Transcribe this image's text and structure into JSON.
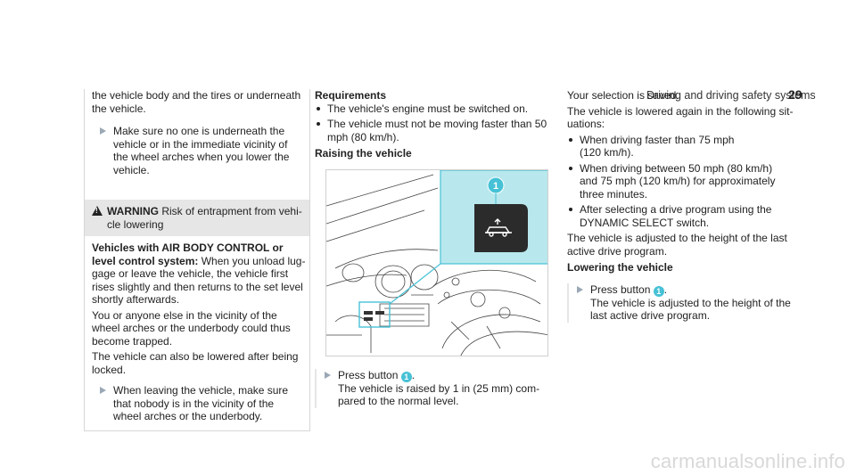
{
  "header": {
    "title": "Driving and driving safety systems",
    "page_number": "29"
  },
  "col1": {
    "intro_line1": "the vehicle body and the tires or underneath",
    "intro_line2": "the vehicle.",
    "step1": [
      "Make sure no one is underneath the",
      "vehicle or in the immediate vicinity of",
      "the wheel arches when you lower the",
      "vehicle."
    ],
    "warning_label": "WARNING",
    "warning_title_line1": "Risk of entrapment from vehi-",
    "warning_title_line2": "cle lowering",
    "body_bold_line1": "Vehicles with AIR BODY CONTROL or",
    "body_bold_line2": "level control system:",
    "body_line2_rest": "When you unload lug-",
    "body_lines": [
      "gage or leave the vehicle, the vehicle first",
      "rises slightly and then returns to the set level",
      "shortly afterwards."
    ],
    "para2": [
      "You or anyone else in the vicinity of the",
      "wheel arches or the underbody could thus",
      "become trapped."
    ],
    "para3": [
      "The vehicle can also be lowered after being",
      "locked."
    ],
    "step2": [
      "When leaving the vehicle, make sure",
      "that nobody is in the vicinity of the",
      "wheel arches or the underbody."
    ]
  },
  "col2": {
    "requirements_heading": "Requirements",
    "requirements": [
      "The vehicle's engine must be switched on.",
      "The vehicle must not be moving faster than 50 mph (80 km/h)."
    ],
    "raising_heading": "Raising the vehicle",
    "figure_badge": "1",
    "step_press": "Press button",
    "step_badge": "1",
    "step_text": [
      "The vehicle is raised by 1 in (25 mm) com-",
      "pared to the normal level."
    ]
  },
  "col3": {
    "line1": "Your selection is saved.",
    "line2": [
      "The vehicle is lowered again in the following sit-",
      "uations:"
    ],
    "bullets": [
      [
        "When driving faster than 75 mph",
        "(120 km/h)."
      ],
      [
        "When driving between 50 mph (80 km/h)",
        "and 75 mph (120 km/h) for approximately",
        "three minutes."
      ],
      [
        "After selecting a drive program using the",
        "DYNAMIC SELECT switch."
      ]
    ],
    "adjusted": [
      "The vehicle is adjusted to the height of the last",
      "active drive program."
    ],
    "lowering_heading": "Lowering the vehicle",
    "step_press": "Press button",
    "step_badge": "1",
    "step_text": [
      "The vehicle is adjusted to the height of the",
      "last active drive program."
    ]
  },
  "footer": {
    "brand": "carmanualsonline.info"
  },
  "colors": {
    "accent": "#46c1d6",
    "callout_fill": "#b8e8ed",
    "warning_bg": "#e6e6e6"
  }
}
